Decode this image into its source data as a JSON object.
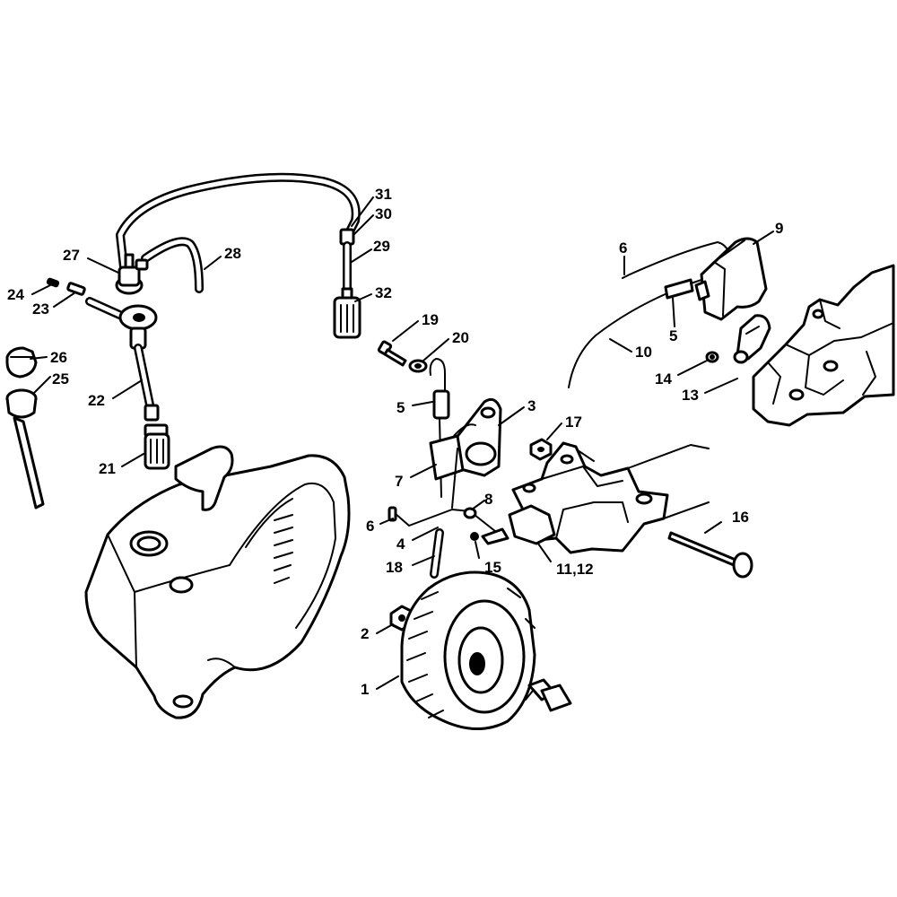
{
  "callouts": [
    {
      "id": "p31",
      "text": "31"
    },
    {
      "id": "p30",
      "text": "30"
    },
    {
      "id": "p29",
      "text": "29"
    },
    {
      "id": "p32",
      "text": "32"
    },
    {
      "id": "p27",
      "text": "27"
    },
    {
      "id": "p28",
      "text": "28"
    },
    {
      "id": "p24",
      "text": "24"
    },
    {
      "id": "p23",
      "text": "23"
    },
    {
      "id": "p26",
      "text": "26"
    },
    {
      "id": "p25",
      "text": "25"
    },
    {
      "id": "p22",
      "text": "22"
    },
    {
      "id": "p21",
      "text": "21"
    },
    {
      "id": "p19",
      "text": "19"
    },
    {
      "id": "p20",
      "text": "20"
    },
    {
      "id": "p5a",
      "text": "5"
    },
    {
      "id": "p3",
      "text": "3"
    },
    {
      "id": "p17",
      "text": "17"
    },
    {
      "id": "p7",
      "text": "7"
    },
    {
      "id": "p8",
      "text": "8"
    },
    {
      "id": "p6a",
      "text": "6"
    },
    {
      "id": "p4",
      "text": "4"
    },
    {
      "id": "p18",
      "text": "18"
    },
    {
      "id": "p15",
      "text": "15"
    },
    {
      "id": "p1112",
      "text": "11,12"
    },
    {
      "id": "p16",
      "text": "16"
    },
    {
      "id": "p2",
      "text": "2"
    },
    {
      "id": "p1",
      "text": "1"
    },
    {
      "id": "p6b",
      "text": "6"
    },
    {
      "id": "p9",
      "text": "9"
    },
    {
      "id": "p5b",
      "text": "5"
    },
    {
      "id": "p10",
      "text": "10"
    },
    {
      "id": "p14",
      "text": "14"
    },
    {
      "id": "p13",
      "text": "13"
    }
  ]
}
